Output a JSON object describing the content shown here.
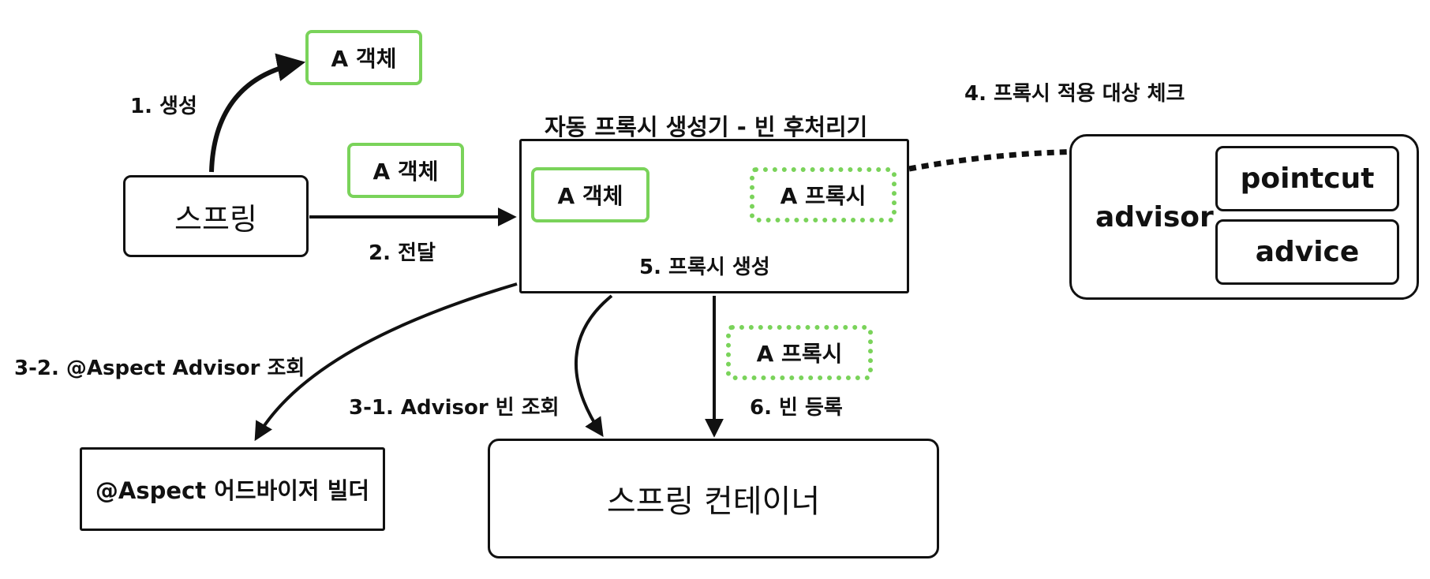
{
  "colors": {
    "green": "#7ad35a",
    "black": "#111111"
  },
  "labels": {
    "create": "1. 생성",
    "deliver": "2. 전달",
    "advisor_bean_lookup": "3-1. Advisor 빈 조회",
    "aspect_advisor_lookup": "3-2. @Aspect Advisor 조회",
    "proxy_target_check": "4. 프록시 적용 대상 체크",
    "proxy_create": "5. 프록시 생성",
    "bean_register": "6. 빈 등록"
  },
  "nodes": {
    "spring": "스프링",
    "a_object_top": "A 객체",
    "a_object_mid": "A 객체",
    "auto_proxy_title": "자동 프록시 생성기 - 빈 후처리기",
    "auto_proxy_a_object": "A 객체",
    "auto_proxy_a_proxy": "A 프록시",
    "a_proxy_bottom": "A 프록시",
    "aspect_builder": "@Aspect 어드바이저 빌더",
    "spring_container": "스프링 컨테이너",
    "advisor": "advisor",
    "pointcut": "pointcut",
    "advice": "advice"
  }
}
